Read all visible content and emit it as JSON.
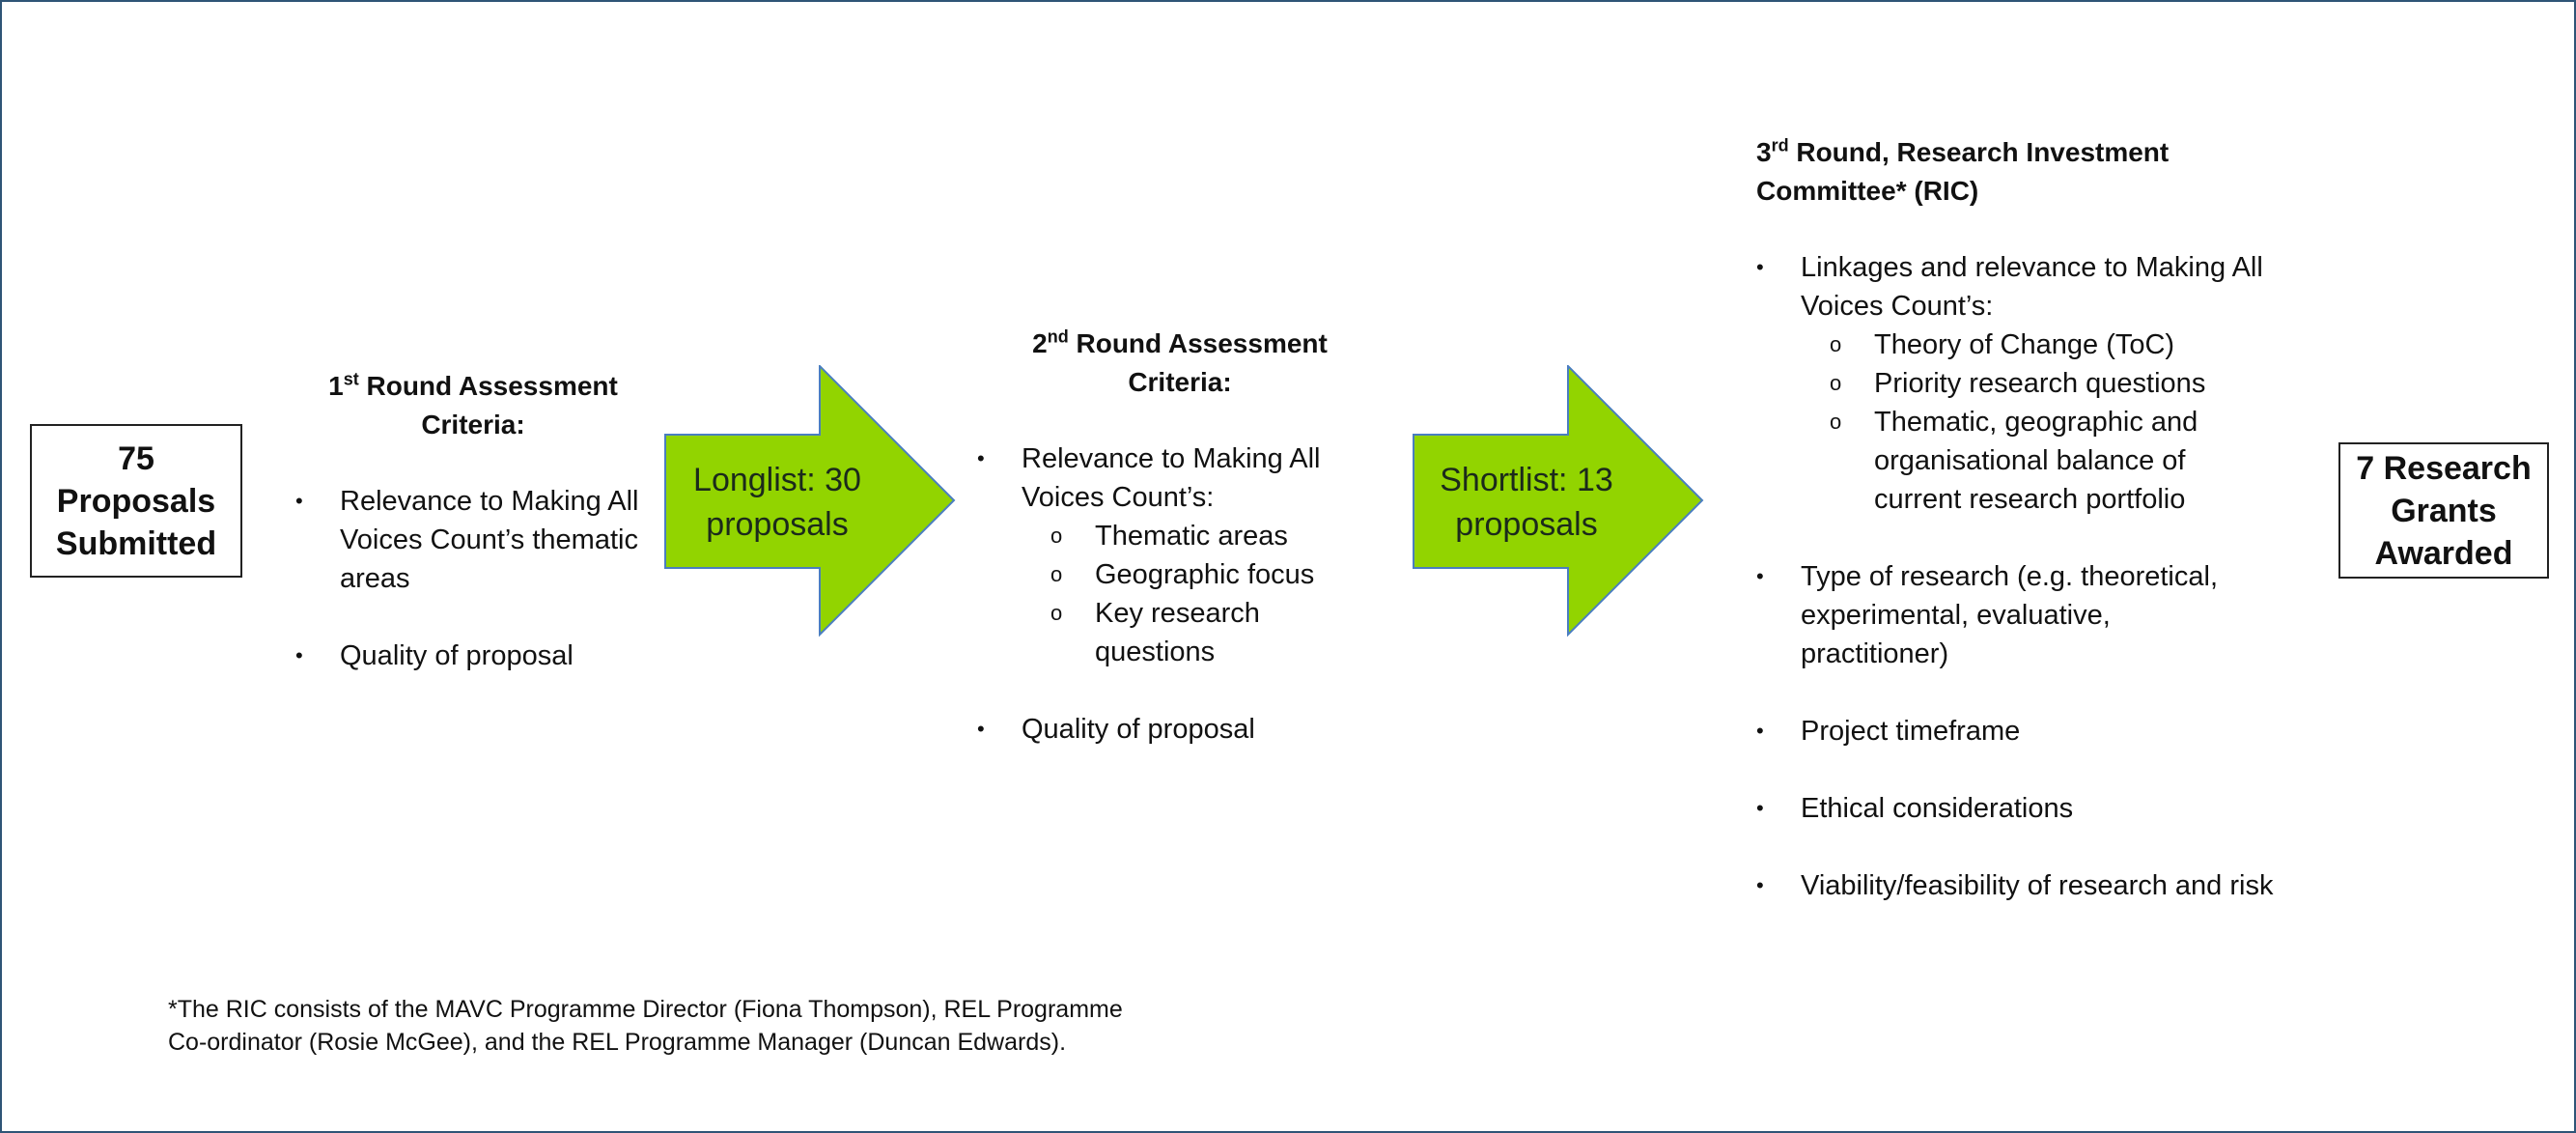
{
  "start_box": {
    "line1": "75",
    "line2": "Proposals",
    "line3": "Submitted"
  },
  "end_box": {
    "line1": "7 Research",
    "line2": "Grants",
    "line3": "Awarded"
  },
  "round1": {
    "ordinal": "1",
    "sup": "st",
    "title_rest": " Round Assessment",
    "title_line2": "Criteria:",
    "criteria": [
      "Relevance to Making All Voices Count’s thematic areas",
      "Quality of proposal"
    ]
  },
  "arrow1": {
    "line1": "Longlist: 30",
    "line2": "proposals",
    "color": "#92d400"
  },
  "round2": {
    "ordinal": "2",
    "sup": "nd",
    "title_rest": " Round Assessment",
    "title_line2": "Criteria:",
    "criterion1": "Relevance to Making All Voices Count’s:",
    "sub_criteria": [
      "Thematic areas",
      "Geographic focus",
      "Key research questions"
    ],
    "criterion2": "Quality of proposal"
  },
  "arrow2": {
    "line1": "Shortlist: 13",
    "line2": "proposals",
    "color": "#92d400"
  },
  "round3": {
    "ordinal": "3",
    "sup": "rd",
    "title_rest": " Round, Research Investment",
    "title_line2": "Committee* (RIC)",
    "criterion1": "Linkages and relevance to Making All Voices Count’s:",
    "sub_criteria": [
      "Theory of Change (ToC)",
      "Priority research questions",
      "Thematic, geographic and organisational balance of current research portfolio"
    ],
    "criteria_rest": [
      "Type of research (e.g. theoretical, experimental, evaluative, practitioner)",
      "Project timeframe",
      "Ethical considerations",
      "Viability/feasibility of research and risk"
    ]
  },
  "footnote": {
    "line1": "*The RIC consists of the MAVC Programme Director (Fiona Thompson), REL Programme",
    "line2": "Co-ordinator (Rosie McGee), and the REL Programme Manager (Duncan Edwards)."
  },
  "colors": {
    "frame": "#2f5576",
    "arrow_fill": "#92d400",
    "arrow_stroke": "#4a7ec0"
  }
}
